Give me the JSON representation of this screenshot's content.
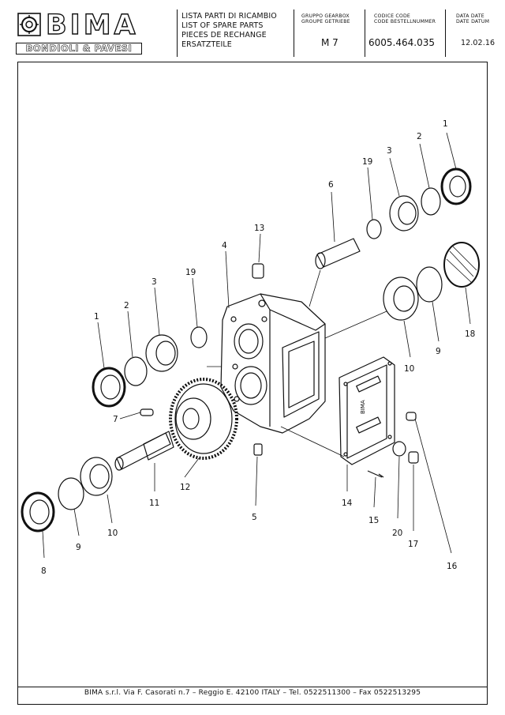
{
  "header": {
    "logo_brand": "BIMA",
    "logo_sub": "BONDIOLI & PAVESI",
    "title_lines": [
      "LISTA PARTI DI RICAMBIO",
      "LIST OF SPARE PARTS",
      "PIECES DE RECHANGE",
      "ERSATZTEILE"
    ],
    "group_label_1": "GRUPPO  GEARBOX",
    "group_label_2": "GROUPE  GETRIEBE",
    "group_value": "M 7",
    "code_label_1": "CODICE  CODE",
    "code_label_2": "CODE  BESTELLNUMMER",
    "code_value": "6005.464.035",
    "date_label_1": "DATA DATE",
    "date_label_2": "DATE DATUM",
    "date_value": "12.02.16"
  },
  "diagram": {
    "part_labels": [
      "1",
      "2",
      "3",
      "19",
      "6",
      "13",
      "4",
      "3",
      "19",
      "2",
      "1",
      "18",
      "9",
      "10",
      "7",
      "12",
      "11",
      "5",
      "14",
      "15",
      "20",
      "17",
      "16",
      "10",
      "9",
      "8"
    ],
    "cover_plate_text": "BIMA"
  },
  "footer": {
    "text": "BIMA s.r.l. Via F. Casorati n.7  –  Reggio E. 42100 ITALY  –  Tel. 0522511300  –  Fax 0522513295"
  }
}
